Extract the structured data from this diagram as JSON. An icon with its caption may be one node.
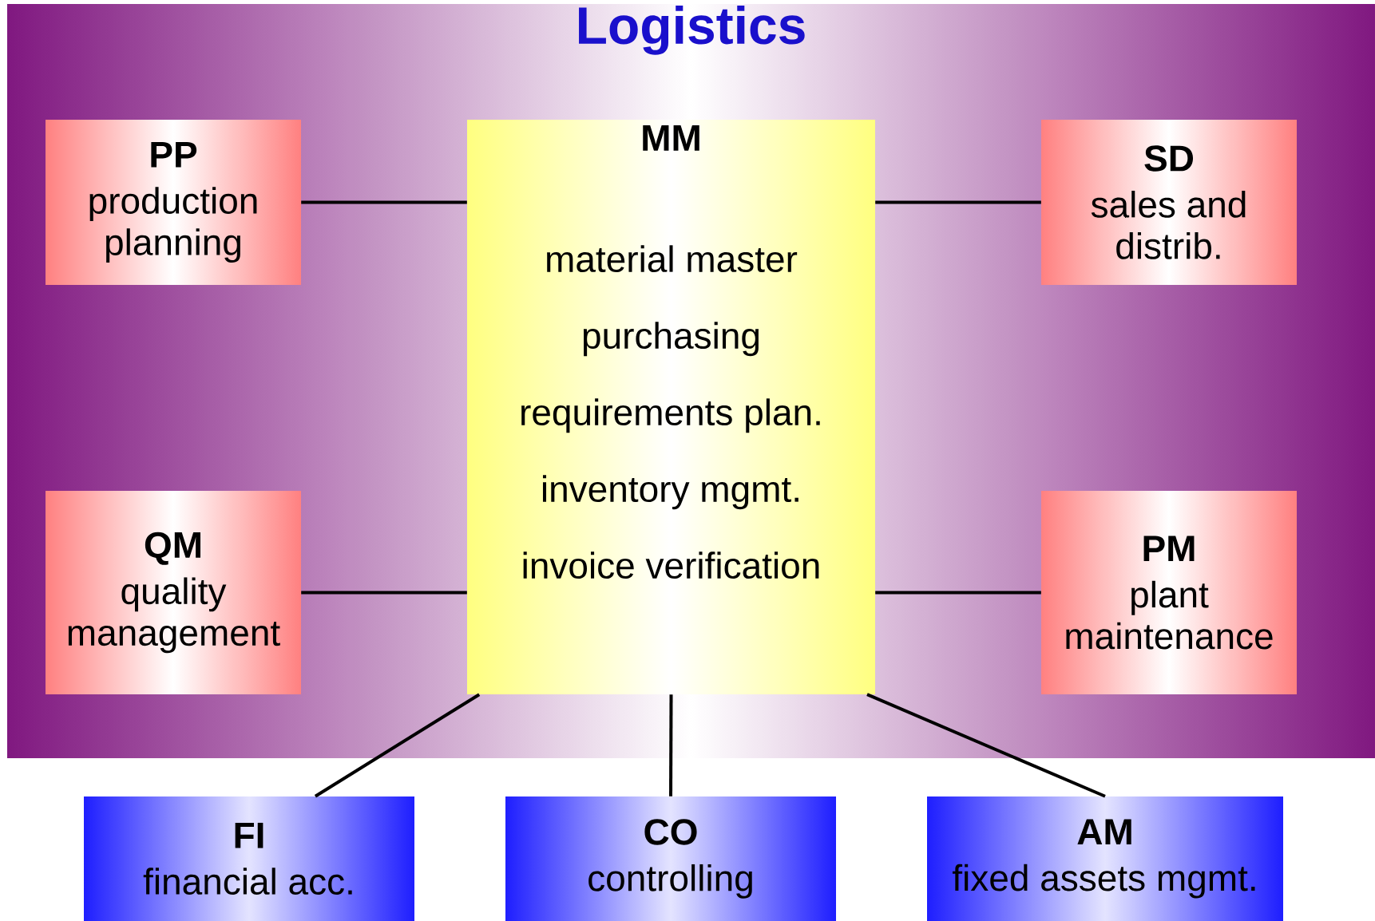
{
  "diagram": {
    "nodes": [
      {
        "text": [
          "Logistics"
        ]
      },
      {
        "text": [
          "PP",
          "production planning"
        ],
        "in": 0
      },
      {
        "text": [
          "MM",
          "material master",
          "purchasing",
          "requirements plan.",
          "inventory mgmt.",
          "invoice verification"
        ],
        "in": 0
      },
      {
        "text": [
          "SD",
          "sales and distrib."
        ],
        "in": 0
      },
      {
        "text": [
          "QM",
          "quality management"
        ],
        "in": 0
      },
      {
        "text": [
          "PM",
          "plant maintenance"
        ],
        "in": 0
      },
      {
        "text": [
          "FI",
          "financial acc."
        ]
      },
      {
        "text": [
          "CO",
          "controlling"
        ]
      },
      {
        "text": [
          "AM",
          "fixed assets mgmt."
        ]
      }
    ],
    "edges": [
      {
        "from": 1,
        "to": 2,
        "arrow": "none"
      },
      {
        "from": 2,
        "to": 3,
        "arrow": "none"
      },
      {
        "from": 4,
        "to": 2,
        "arrow": "none"
      },
      {
        "from": 2,
        "to": 5,
        "arrow": "none"
      },
      {
        "from": 2,
        "to": 6,
        "arrow": "none"
      },
      {
        "from": 2,
        "to": 7,
        "arrow": "none"
      },
      {
        "from": 2,
        "to": 8,
        "arrow": "none"
      }
    ]
  }
}
